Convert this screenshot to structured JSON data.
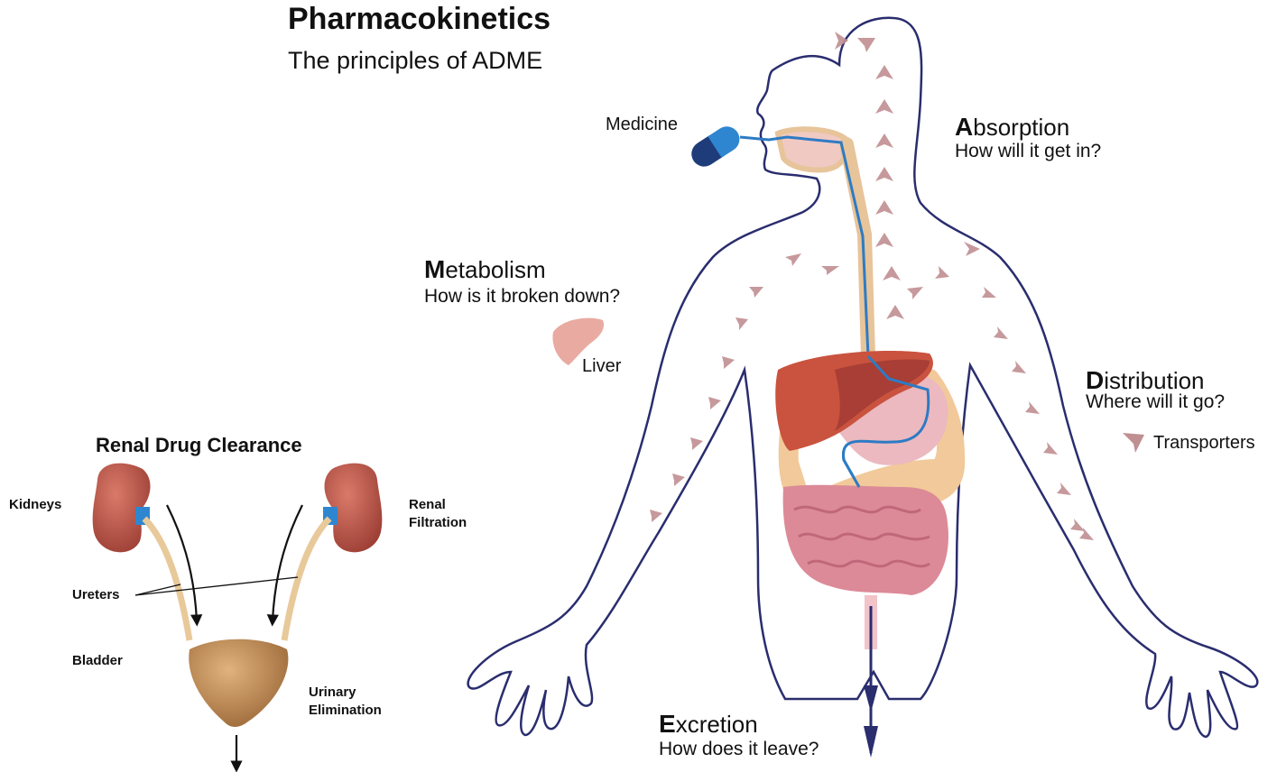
{
  "header": {
    "title": "Pharmacokinetics",
    "subtitle": "The principles of ADME"
  },
  "adme": {
    "absorption": {
      "initial": "A",
      "rest": "bsorption",
      "question": "How will it get in?"
    },
    "metabolism": {
      "initial": "M",
      "rest": "etabolism",
      "question": "How is it broken down?"
    },
    "distribution": {
      "initial": "D",
      "rest": "istribution",
      "question": "Where will it go?"
    },
    "excretion": {
      "initial": "E",
      "rest": "xcretion",
      "question": "How does it leave?"
    }
  },
  "labels": {
    "medicine": "Medicine",
    "liver": "Liver",
    "transporters": "Transporters"
  },
  "renal": {
    "title": "Renal Drug Clearance",
    "kidneys": "Kidneys",
    "renal_filtration_line1": "Renal",
    "renal_filtration_line2": "Filtration",
    "ureters": "Ureters",
    "bladder": "Bladder",
    "urinary_line1": "Urinary",
    "urinary_line2": "Elimination"
  },
  "colors": {
    "outline": "#2a2d6e",
    "liver": "#c9533f",
    "liver_dark": "#a83e35",
    "stomach": "#e9b9bd",
    "intestine": "#d9808e",
    "colon": "#f2c99a",
    "esophagus": "#e7c49a",
    "tube": "#2d7bc4",
    "arrow": "#c08f92",
    "kidney": "#b8554a",
    "bladder": "#c4915a",
    "capsule_dark": "#1f3c7a",
    "capsule_light": "#2f86d0"
  }
}
